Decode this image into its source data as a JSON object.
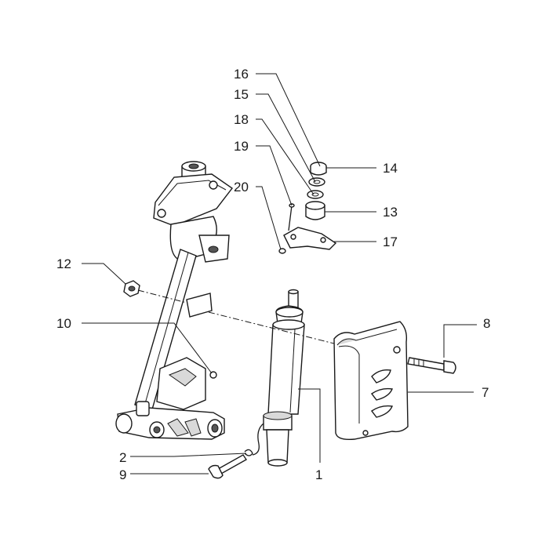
{
  "diagram": {
    "labels": [
      {
        "id": "1",
        "text": "1"
      },
      {
        "id": "2",
        "text": "2"
      },
      {
        "id": "7",
        "text": "7"
      },
      {
        "id": "8",
        "text": "8"
      },
      {
        "id": "9",
        "text": "9"
      },
      {
        "id": "10",
        "text": "10"
      },
      {
        "id": "12",
        "text": "12"
      },
      {
        "id": "13",
        "text": "13"
      },
      {
        "id": "14",
        "text": "14"
      },
      {
        "id": "15",
        "text": "15"
      },
      {
        "id": "16",
        "text": "16"
      },
      {
        "id": "17",
        "text": "17"
      },
      {
        "id": "18",
        "text": "18"
      },
      {
        "id": "19",
        "text": "19"
      },
      {
        "id": "20",
        "text": "20"
      }
    ]
  }
}
